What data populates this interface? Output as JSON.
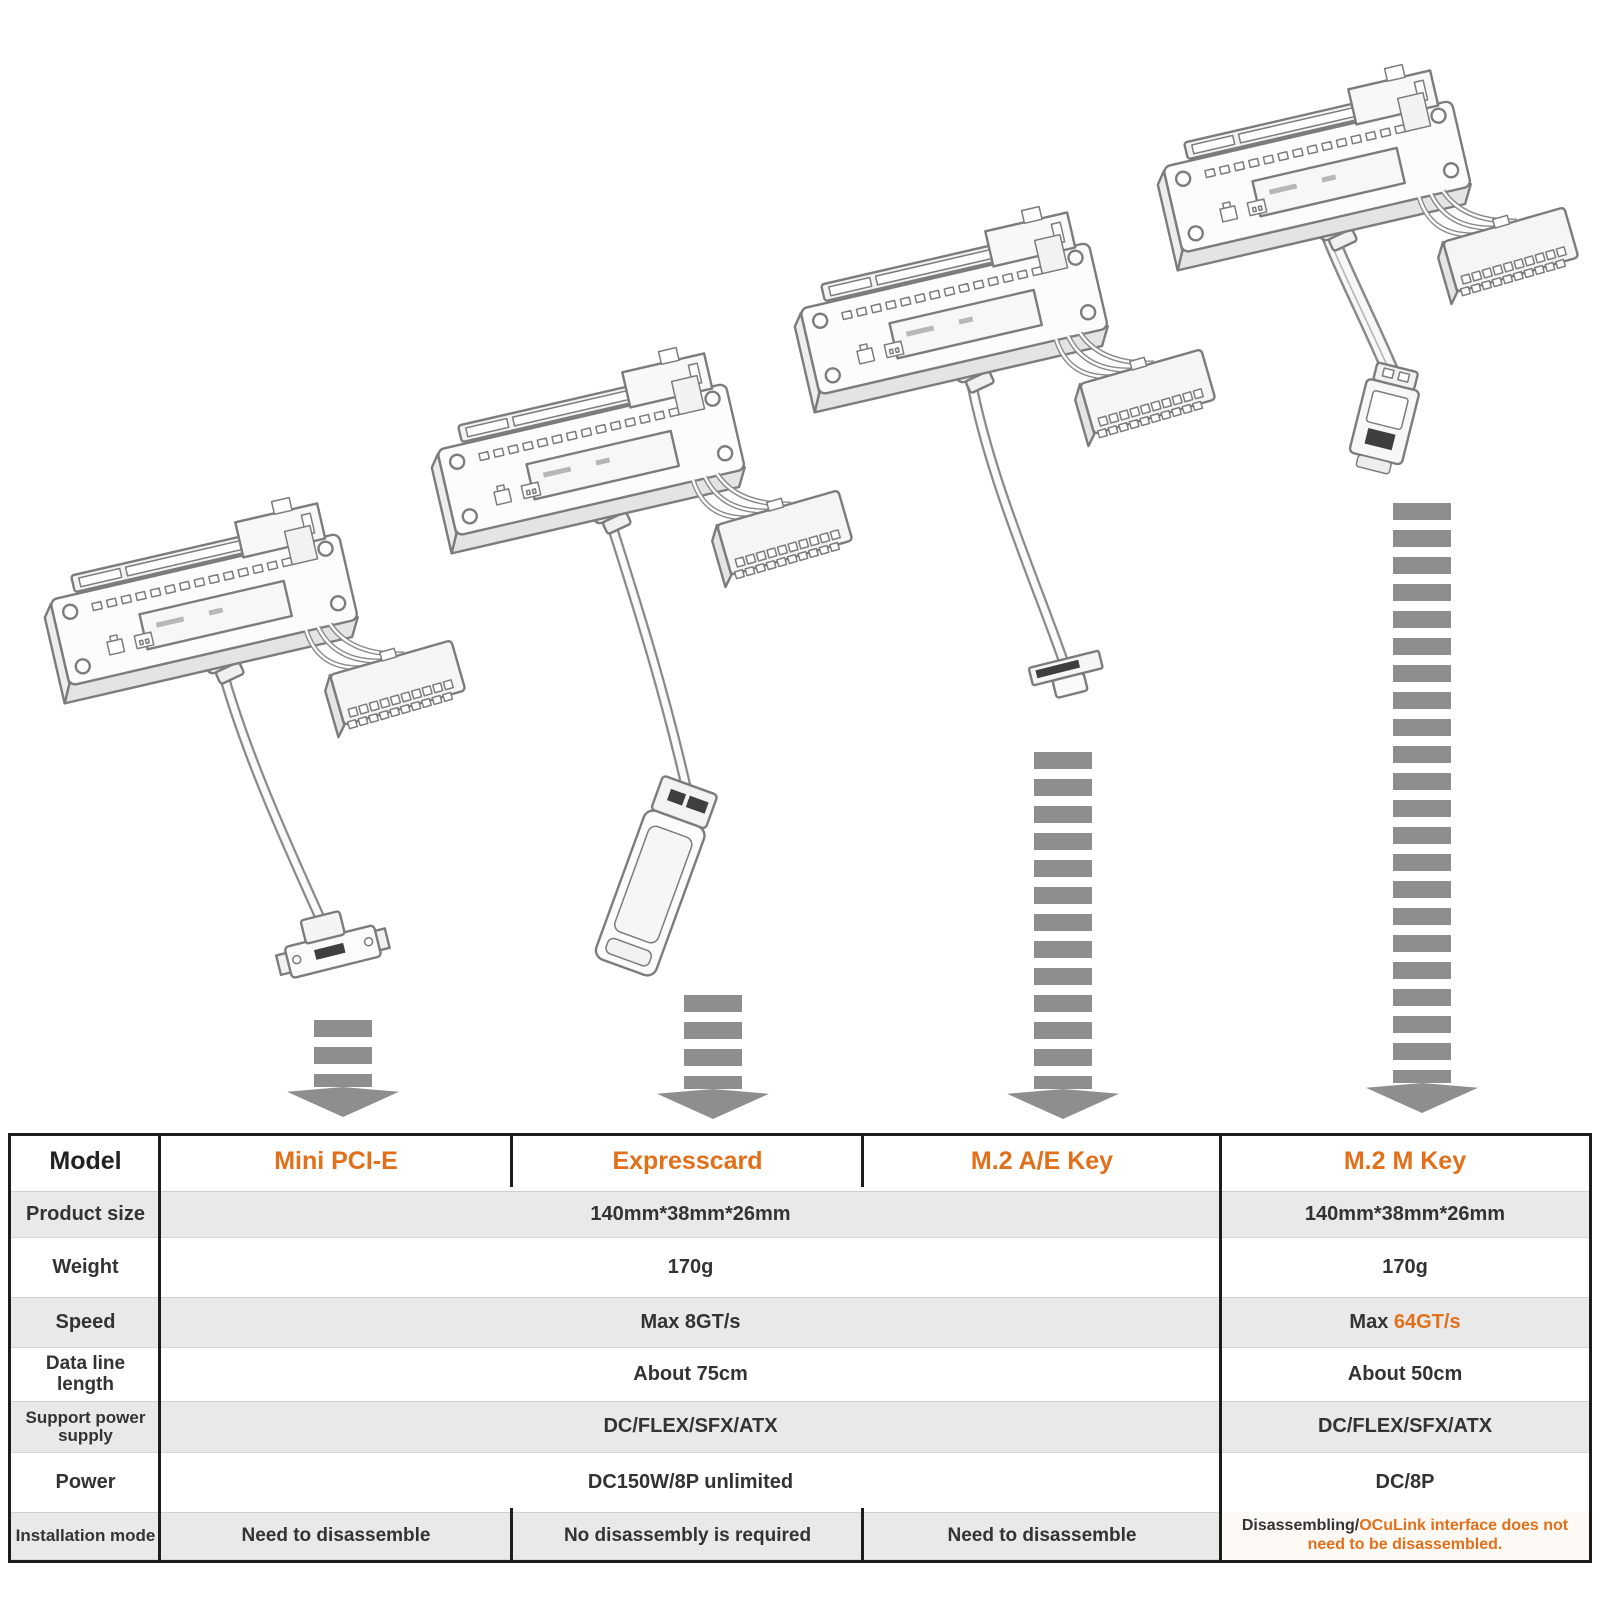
{
  "colors": {
    "accent": "#e2701a",
    "arrow_gray": "#8e8e8e",
    "row_gray": "#e9e9e9",
    "table_border": "#1c1c1c"
  },
  "table": {
    "corner_label": "Model",
    "headers": [
      "Mini PCI-E",
      "Expresscard",
      "M.2 A/E Key",
      "M.2 M Key"
    ],
    "rows": {
      "product_size": {
        "label": "Product size",
        "shared": "140mm*38mm*26mm",
        "m2m": "140mm*38mm*26mm"
      },
      "weight": {
        "label": "Weight",
        "shared": "170g",
        "m2m": "170g"
      },
      "speed": {
        "label": "Speed",
        "shared": "Max 8GT/s",
        "m2m_prefix": "Max ",
        "m2m_value": "64GT/s"
      },
      "data_line_length": {
        "label": "Data line length",
        "shared": "About 75cm",
        "m2m": "About 50cm"
      },
      "support_power_supply": {
        "label": "Support power supply",
        "shared": "DC/FLEX/SFX/ATX",
        "m2m": "DC/FLEX/SFX/ATX"
      },
      "power": {
        "label": "Power",
        "shared": "DC150W/8P unlimited",
        "m2m": "DC/8P"
      },
      "installation_mode": {
        "label": "Installation mode",
        "mini_pcie": "Need to disassemble",
        "expresscard": "No disassembly is required",
        "m2_ae_key": "Need to disassemble",
        "m2m_dark": "Disassembling/",
        "m2m_orange": "OCuLink interface does not need to be disassembled."
      }
    }
  }
}
